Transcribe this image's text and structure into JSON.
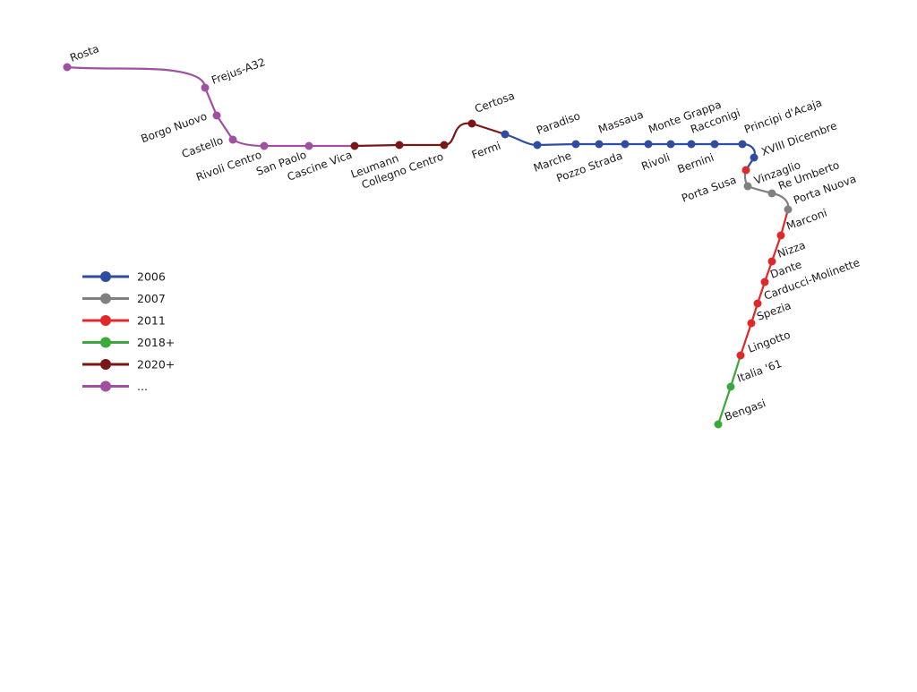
{
  "colors": {
    "2006": "#2e4da0",
    "2007": "#808080",
    "2011": "#e0282a",
    "2018+": "#3aa83a",
    "2020+": "#7b1616",
    "...": "#a050a0"
  },
  "legend": [
    {
      "key": "2006",
      "label": "2006"
    },
    {
      "key": "2007",
      "label": "2007"
    },
    {
      "key": "2011",
      "label": "2011"
    },
    {
      "key": "2018+",
      "label": "2018+"
    },
    {
      "key": "2020+",
      "label": "2020+"
    },
    {
      "key": "...",
      "label": "..."
    }
  ],
  "stations": [
    {
      "id": "rosta",
      "name": "Rosta",
      "group": "..."
    },
    {
      "id": "frejus",
      "name": "Frejus-A32",
      "group": "..."
    },
    {
      "id": "borgo-nuovo",
      "name": "Borgo Nuovo",
      "group": "..."
    },
    {
      "id": "castello",
      "name": "Castello",
      "group": "..."
    },
    {
      "id": "rivoli-centro",
      "name": "Rivoli Centro",
      "group": "..."
    },
    {
      "id": "san-paolo",
      "name": "San Paolo",
      "group": "..."
    },
    {
      "id": "cascine-vica",
      "name": "Cascine Vica",
      "group": "2020+"
    },
    {
      "id": "leumann",
      "name": "Leumann",
      "group": "2020+"
    },
    {
      "id": "collegno-centro",
      "name": "Collegno Centro",
      "group": "2020+"
    },
    {
      "id": "certosa",
      "name": "Certosa",
      "group": "2020+"
    },
    {
      "id": "fermi",
      "name": "Fermi",
      "group": "2006"
    },
    {
      "id": "paradiso",
      "name": "Paradiso",
      "group": "2006"
    },
    {
      "id": "marche",
      "name": "Marche",
      "group": "2006"
    },
    {
      "id": "massaua",
      "name": "Massaua",
      "group": "2006"
    },
    {
      "id": "pozzo-strada",
      "name": "Pozzo Strada",
      "group": "2006"
    },
    {
      "id": "monte-grappa",
      "name": "Monte Grappa",
      "group": "2006"
    },
    {
      "id": "rivoli",
      "name": "Rivoli",
      "group": "2006"
    },
    {
      "id": "racconigi",
      "name": "Racconigi",
      "group": "2006"
    },
    {
      "id": "bernini",
      "name": "Bernini",
      "group": "2006"
    },
    {
      "id": "principi-acaja",
      "name": "Principi d'Acaja",
      "group": "2006"
    },
    {
      "id": "xviii-dicembre",
      "name": "XVIII Dicembre",
      "group": "2006"
    },
    {
      "id": "porta-susa",
      "name": "Porta Susa",
      "group": "2011"
    },
    {
      "id": "vinzaglio",
      "name": "Vinzaglio",
      "group": "2007"
    },
    {
      "id": "re-umberto",
      "name": "Re Umberto",
      "group": "2007"
    },
    {
      "id": "porta-nuova",
      "name": "Porta Nuova",
      "group": "2007"
    },
    {
      "id": "marconi",
      "name": "Marconi",
      "group": "2011"
    },
    {
      "id": "nizza",
      "name": "Nizza",
      "group": "2011"
    },
    {
      "id": "dante",
      "name": "Dante",
      "group": "2011"
    },
    {
      "id": "carducci-molinette",
      "name": "Carducci-Molinette",
      "group": "2011"
    },
    {
      "id": "spezia",
      "name": "Spezia",
      "group": "2011"
    },
    {
      "id": "lingotto",
      "name": "Lingotto",
      "group": "2011"
    },
    {
      "id": "italia-61",
      "name": "Italia '61",
      "group": "2018+"
    },
    {
      "id": "bengasi",
      "name": "Bengasi",
      "group": "2018+"
    }
  ]
}
